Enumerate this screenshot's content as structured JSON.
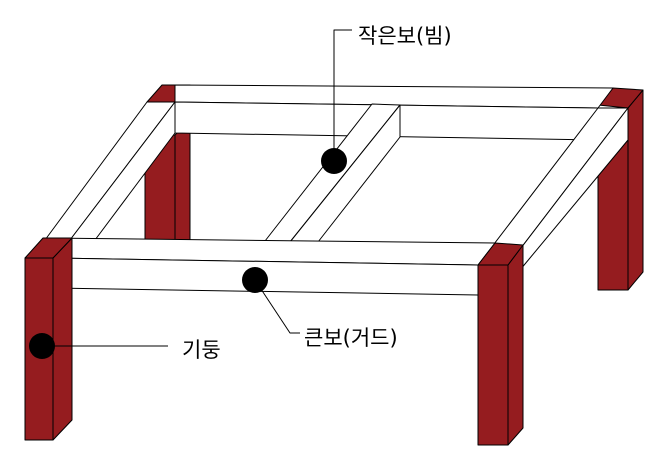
{
  "labels": {
    "small_beam": "작은보(빔)",
    "girder": "큰보(거드)",
    "column": "기둥"
  },
  "colors": {
    "column": "#951c1f",
    "beam": "#ffffff",
    "line": "#000000"
  }
}
